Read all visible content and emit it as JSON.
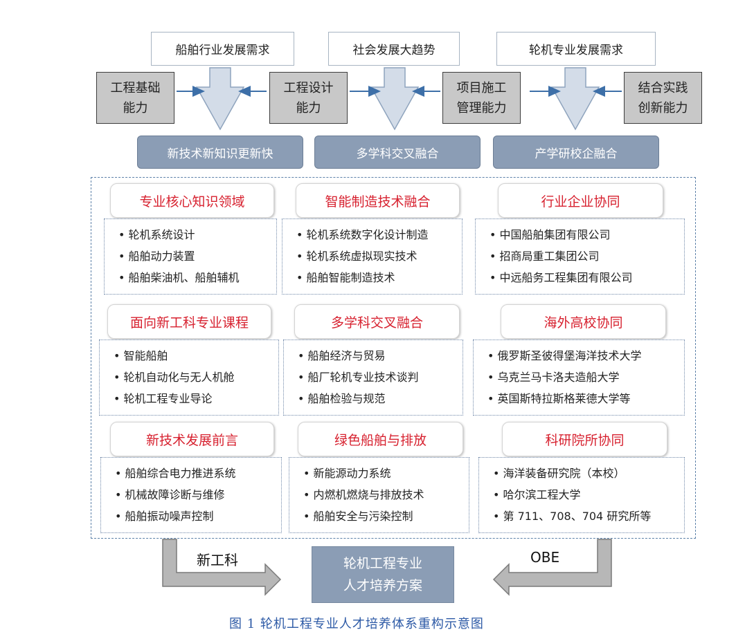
{
  "top_needs": [
    "船舶行业发展需求",
    "社会发展大趋势",
    "轮机专业发展需求"
  ],
  "abilities": [
    {
      "line1": "工程基础",
      "line2": "能力"
    },
    {
      "line1": "工程设计",
      "line2": "能力"
    },
    {
      "line1": "项目施工",
      "line2": "管理能力"
    },
    {
      "line1": "结合实践",
      "line2": "创新能力"
    }
  ],
  "trends": [
    "新技术新知识更新快",
    "多学科交叉融合",
    "产学研校企融合"
  ],
  "sections": [
    {
      "title": "专业核心知识领域",
      "items": [
        "• 轮机系统设计",
        "• 船舶动力装置",
        "• 船舶柴油机、船舶辅机"
      ]
    },
    {
      "title": "智能制造技术融合",
      "items": [
        "• 轮机系统数字化设计制造",
        "• 轮机系统虚拟现实技术",
        "• 船舶智能制造技术"
      ]
    },
    {
      "title": "行业企业协同",
      "items": [
        "• 中国船舶集团有限公司",
        "• 招商局重工集团公司",
        "• 中远船务工程集团有限公司"
      ]
    },
    {
      "title": "面向新工科专业课程",
      "items": [
        "• 智能船舶",
        "• 轮机自动化与无人机舱",
        "• 轮机工程专业导论"
      ]
    },
    {
      "title": "多学科交叉融合",
      "items": [
        "• 船舶经济与贸易",
        "• 船厂轮机专业技术谈判",
        "• 船舶检验与规范"
      ]
    },
    {
      "title": "海外高校协同",
      "items": [
        "• 俄罗斯圣彼得堡海洋技术大学",
        "• 乌克兰马卡洛夫造船大学",
        "• 英国斯特拉斯格莱德大学等"
      ]
    },
    {
      "title": "新技术发展前言",
      "items": [
        "• 船舶综合电力推进系统",
        "• 机械故障诊断与维修",
        "• 船舶振动噪声控制"
      ]
    },
    {
      "title": "绿色船舶与排放",
      "items": [
        "• 新能源动力系统",
        "• 内燃机燃烧与排放技术",
        "• 船舶安全与污染控制"
      ]
    },
    {
      "title": "科研院所协同",
      "items": [
        "• 海洋装备研究院（本校）",
        "• 哈尔滨工程大学",
        "• 第 711、708、704 研究所等"
      ]
    }
  ],
  "bottom": {
    "left_tag": "新工科",
    "right_tag": "OBE",
    "result_line1": "轮机工程专业",
    "result_line2": "人才培养方案"
  },
  "caption": "图 1 轮机工程专业人才培养体系重构示意图",
  "colors": {
    "category_title": "#d7212f",
    "pill_fill": "#8b9db5",
    "grey_fill": "#c8c8c8",
    "arrow_fill": "#d3dce8",
    "arrow_line": "#3d6fa8",
    "caption": "#2d5aa6"
  }
}
